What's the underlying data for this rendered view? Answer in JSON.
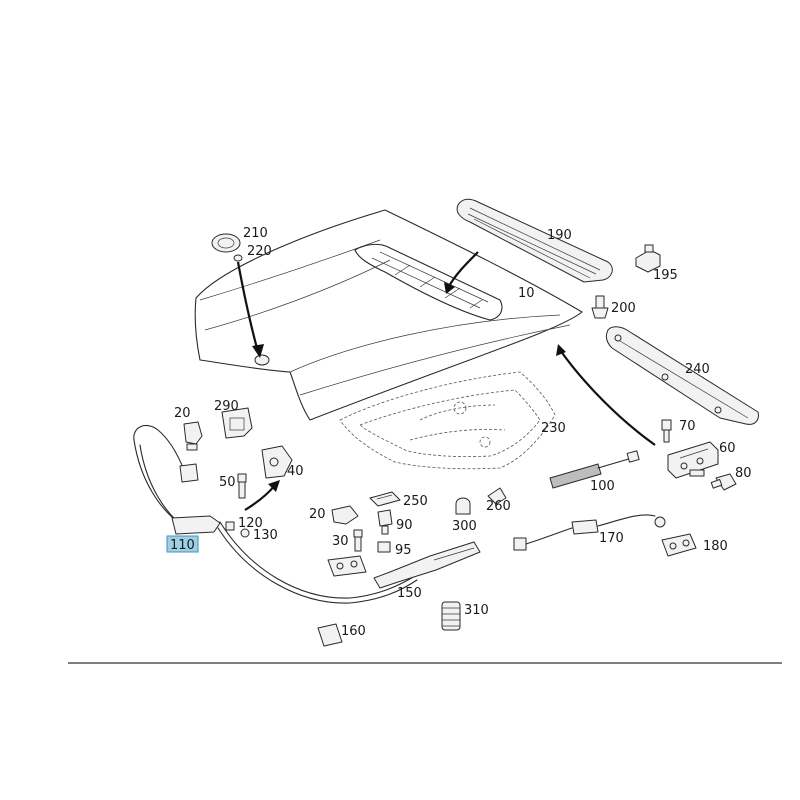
{
  "parts": {
    "p10": "10",
    "p20a": "20",
    "p20b": "20",
    "p30": "30",
    "p40": "40",
    "p50": "50",
    "p60": "60",
    "p70": "70",
    "p80": "80",
    "p90": "90",
    "p95": "95",
    "p100": "100",
    "p110": "110",
    "p120": "120",
    "p130": "130",
    "p150": "150",
    "p160": "160",
    "p170": "170",
    "p180": "180",
    "p190": "190",
    "p195": "195",
    "p200": "200",
    "p210": "210",
    "p220": "220",
    "p230": "230",
    "p240": "240",
    "p250": "250",
    "p260": "260",
    "p290": "290",
    "p300": "300",
    "p310": "310"
  },
  "highlight_color": "#9ecfe3"
}
